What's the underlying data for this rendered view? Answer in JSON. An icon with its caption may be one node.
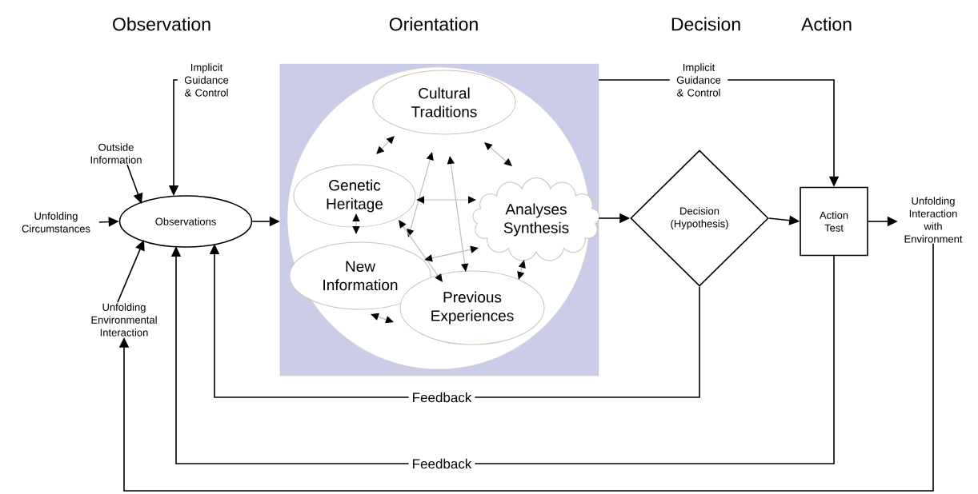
{
  "diagram": {
    "nodes": [
      {
        "text": [
          "Observations"
        ]
      },
      {
        "text": [],
        "shape": "box"
      },
      {
        "text": [],
        "shape": "circle",
        "in": 1
      },
      {
        "text": [
          "Cultural Traditions"
        ],
        "in": 2
      },
      {
        "text": [
          "Genetic Heritage"
        ],
        "in": 2
      },
      {
        "text": [
          "Analyses Synthesis"
        ],
        "in": 2
      },
      {
        "text": [
          "New Information"
        ],
        "in": 2
      },
      {
        "text": [
          "Previous Experiences"
        ],
        "in": 2
      },
      {
        "text": [
          "Decision (Hypothesis)"
        ]
      },
      {
        "text": [
          "Action Test"
        ]
      },
      {
        "text": [
          "Outside Information"
        ]
      },
      {
        "text": [
          "Unfolding Circumstances"
        ]
      },
      {
        "text": [
          "Unfolding Environmental Interaction"
        ]
      },
      {
        "text": [
          "Implicit Guidance & Control"
        ]
      },
      {
        "text": [
          "Implicit Guidance & Control"
        ]
      },
      {
        "text": [
          "Unfolding Interaction with Environment"
        ]
      }
    ],
    "edges": [
      {
        "from": 10,
        "to": 0,
        "arrow": "to"
      },
      {
        "from": 11,
        "to": 0,
        "arrow": "to"
      },
      {
        "from": 12,
        "to": 0,
        "arrow": "to"
      },
      {
        "from": 13,
        "to": 0,
        "arrow": "to"
      },
      {
        "from": 0,
        "to": 1,
        "arrow": "to"
      },
      {
        "from": 1,
        "to": 14,
        "arrow": "none"
      },
      {
        "from": 14,
        "to": 9,
        "arrow": "to"
      },
      {
        "from": 1,
        "to": 8,
        "arrow": "to"
      },
      {
        "from": 8,
        "to": 9,
        "arrow": "to"
      },
      {
        "from": 9,
        "to": 15,
        "arrow": "to"
      },
      {
        "from": 8,
        "to": 0,
        "arrow": "to",
        "label": "Feedback"
      },
      {
        "from": 9,
        "to": 0,
        "arrow": "to",
        "label": "Feedback"
      },
      {
        "from": 15,
        "to": 12,
        "arrow": "to"
      },
      {
        "from": 3,
        "to": 4,
        "arrow": "both",
        "color": "#bdbdbd"
      },
      {
        "from": 3,
        "to": 6,
        "arrow": "both",
        "color": "#bdbdbd"
      },
      {
        "from": 3,
        "to": 7,
        "arrow": "both",
        "color": "#bdbdbd"
      },
      {
        "from": 3,
        "to": 5,
        "arrow": "both",
        "color": "#bdbdbd"
      },
      {
        "from": 4,
        "to": 5,
        "arrow": "both",
        "color": "#bdbdbd"
      },
      {
        "from": 4,
        "to": 6,
        "arrow": "both",
        "color": "#bdbdbd"
      },
      {
        "from": 4,
        "to": 7,
        "arrow": "both",
        "color": "#bdbdbd"
      },
      {
        "from": 6,
        "to": 5,
        "arrow": "both",
        "color": "#bdbdbd"
      },
      {
        "from": 5,
        "to": 7,
        "arrow": "both",
        "color": "#bdbdbd"
      },
      {
        "from": 6,
        "to": 7,
        "arrow": "both",
        "color": "#bdbdbd"
      }
    ],
    "labels": [
      "Observation",
      "Orientation",
      "Decision",
      "Action"
    ]
  }
}
